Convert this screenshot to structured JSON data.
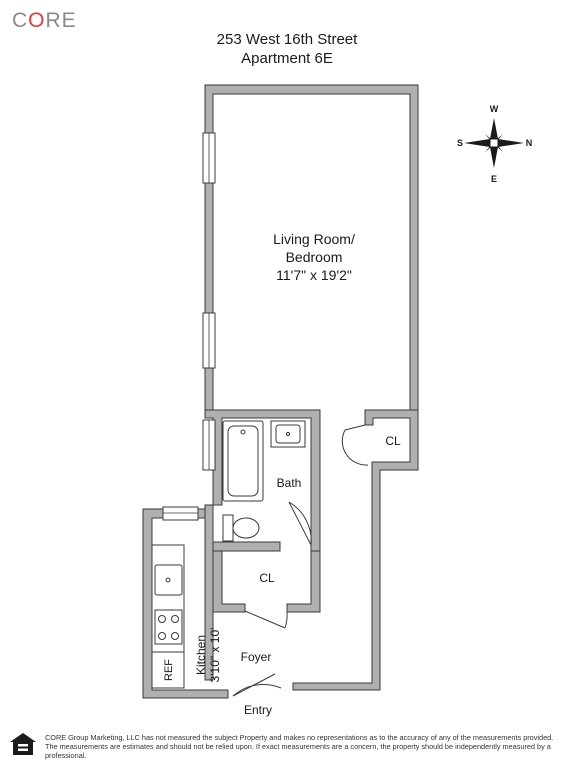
{
  "brand": {
    "logo_c": "C",
    "logo_o": "O",
    "logo_re": "RE"
  },
  "header": {
    "address": "253 West 16th Street",
    "unit": "Apartment 6E"
  },
  "compass": {
    "w": "W",
    "s": "S",
    "n": "N",
    "e": "E"
  },
  "rooms": {
    "living_1": "Living Room/",
    "living_2": "Bedroom",
    "living_dim": "11'7\" x 19'2\"",
    "bath": "Bath",
    "cl_1": "CL",
    "cl_2": "CL",
    "kitchen": "Kitchen",
    "kitchen_dim": "3'10\" x 10'",
    "ref": "REF",
    "foyer": "Foyer",
    "entry": "Entry"
  },
  "footer": {
    "disclaimer": "CORE Group Marketing, LLC has not measured the subject Property and makes no representations as to the accuracy of any of the measurements provided. The measurements are estimates and should not be relied upon. If exact measurements are a concern, the property should be independently measured by a professional."
  },
  "colors": {
    "wall": "#b0b0b0",
    "wall_edge": "#3a3a3a",
    "logo_gray": "#8a8a8a",
    "logo_red": "#e23a3a"
  }
}
